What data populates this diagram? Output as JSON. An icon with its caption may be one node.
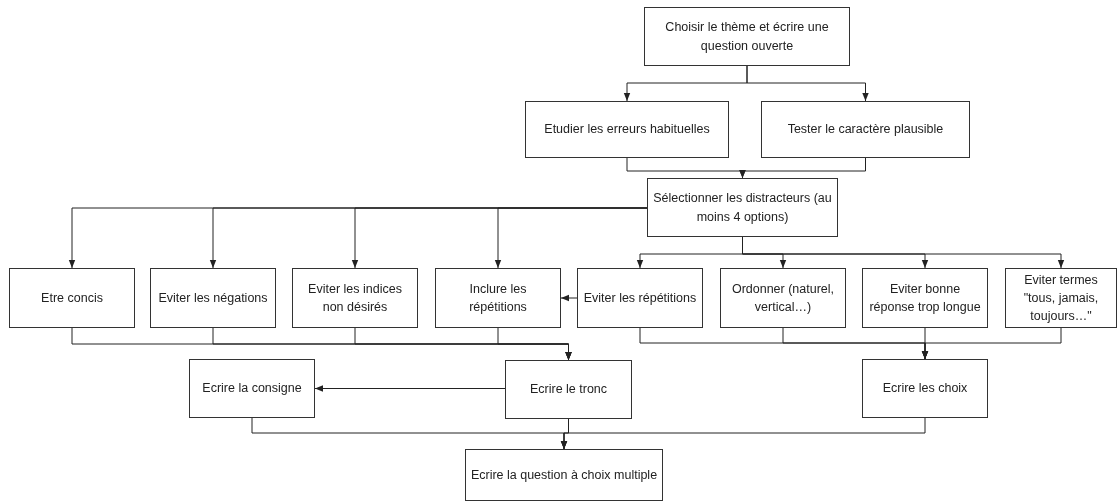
{
  "diagram": {
    "nodes": [
      {
        "text": [
          "Choisir le thème et écrire une question ouverte"
        ]
      },
      {
        "text": [
          "Etudier les erreurs habituelles"
        ]
      },
      {
        "text": [
          "Tester le caractère plausible"
        ]
      },
      {
        "text": [
          "Sélectionner les distracteurs (au moins 4 options)"
        ]
      },
      {
        "text": [
          "Etre concis"
        ]
      },
      {
        "text": [
          "Eviter les négations"
        ]
      },
      {
        "text": [
          "Eviter les indices non désirés"
        ]
      },
      {
        "text": [
          "Inclure les répétitions"
        ]
      },
      {
        "text": [
          "Eviter les répétitions"
        ]
      },
      {
        "text": [
          "Ordonner (naturel, vertical…)"
        ]
      },
      {
        "text": [
          "Eviter bonne réponse trop longue"
        ]
      },
      {
        "text": [
          "Eviter termes \"tous, jamais, toujours…\""
        ]
      },
      {
        "text": [
          "Ecrire la consigne"
        ]
      },
      {
        "text": [
          "Ecrire le tronc"
        ]
      },
      {
        "text": [
          "Ecrire les choix"
        ]
      },
      {
        "text": [
          "Ecrire la question à choix multiple"
        ]
      }
    ],
    "edges": [
      {
        "from": 0,
        "to": 1,
        "arrow": "to"
      },
      {
        "from": 0,
        "to": 2,
        "arrow": "to"
      },
      {
        "from": 1,
        "to": 3,
        "arrow": "to"
      },
      {
        "from": 2,
        "to": 3,
        "arrow": "to"
      },
      {
        "from": 3,
        "to": 4,
        "arrow": "to"
      },
      {
        "from": 3,
        "to": 5,
        "arrow": "to"
      },
      {
        "from": 3,
        "to": 6,
        "arrow": "to"
      },
      {
        "from": 3,
        "to": 7,
        "arrow": "to"
      },
      {
        "from": 3,
        "to": 8,
        "arrow": "to"
      },
      {
        "from": 3,
        "to": 9,
        "arrow": "to"
      },
      {
        "from": 3,
        "to": 10,
        "arrow": "to"
      },
      {
        "from": 3,
        "to": 11,
        "arrow": "to"
      },
      {
        "from": 8,
        "to": 7,
        "arrow": "to"
      },
      {
        "from": 4,
        "to": 13,
        "arrow": "to"
      },
      {
        "from": 5,
        "to": 13,
        "arrow": "to"
      },
      {
        "from": 6,
        "to": 13,
        "arrow": "to"
      },
      {
        "from": 7,
        "to": 13,
        "arrow": "to"
      },
      {
        "from": 8,
        "to": 14,
        "arrow": "to"
      },
      {
        "from": 9,
        "to": 14,
        "arrow": "to"
      },
      {
        "from": 10,
        "to": 14,
        "arrow": "to"
      },
      {
        "from": 11,
        "to": 14,
        "arrow": "to"
      },
      {
        "from": 13,
        "to": 12,
        "arrow": "to"
      },
      {
        "from": 12,
        "to": 15,
        "arrow": "to"
      },
      {
        "from": 13,
        "to": 15,
        "arrow": "to"
      },
      {
        "from": 14,
        "to": 15,
        "arrow": "to"
      }
    ]
  }
}
